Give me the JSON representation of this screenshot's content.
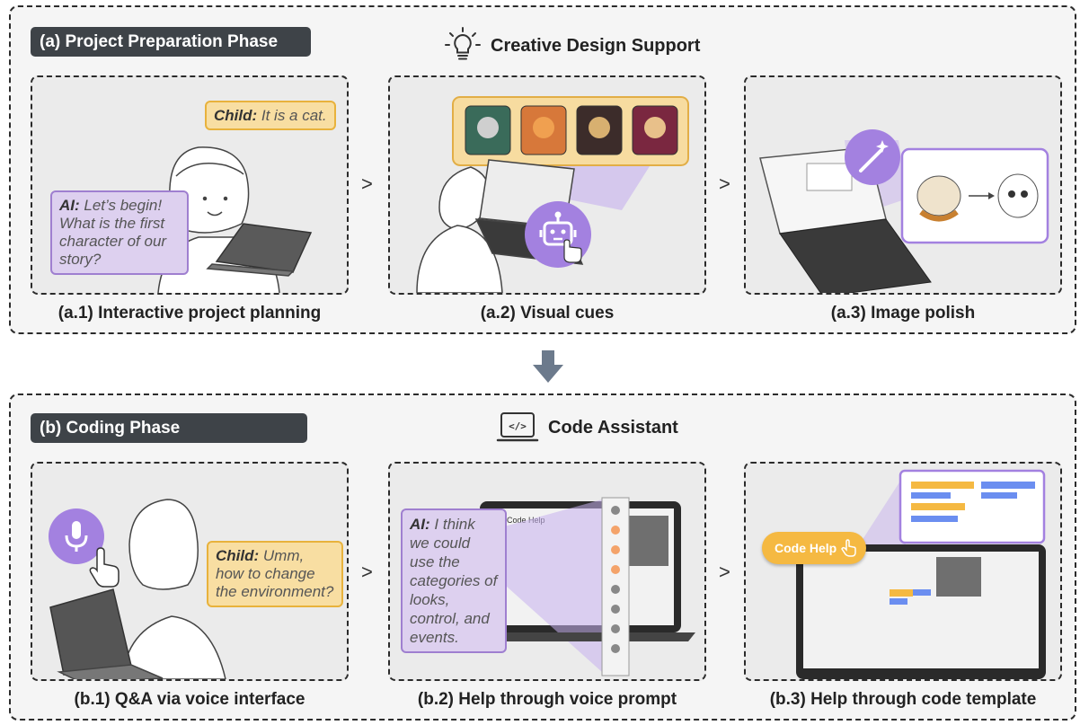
{
  "phase_a": {
    "title": "(a) Project Preparation Phase",
    "support_label": "Creative Design Support",
    "support_icon": "lightbulb-icon",
    "panels": [
      {
        "caption": "(a.1) Interactive project planning",
        "child_label": "Child:",
        "child_text": " It is a cat.",
        "ai_label": "AI:",
        "ai_text": " Let’s begin! What is the first character of our story?"
      },
      {
        "caption": "(a.2) Visual cues",
        "icon": "robot-icon"
      },
      {
        "caption": "(a.3) Image polish",
        "icon": "magic-wand-icon"
      }
    ]
  },
  "phase_b": {
    "title": "(b) Coding Phase",
    "support_label": "Code Assistant",
    "support_icon": "code-laptop-icon",
    "panels": [
      {
        "caption": "(b.1)  Q&A via voice interface",
        "child_label": "Child:",
        "child_text": " Umm, how to change the environment?",
        "icon": "microphone-icon"
      },
      {
        "caption": "(b.2)  Help through voice prompt",
        "ai_label": "AI:",
        "ai_text": " I think we could use the categories of looks, control, and events.",
        "app_label": "Code Help"
      },
      {
        "caption": "(b.3)  Help through code template",
        "button_label": "Code Help"
      }
    ]
  },
  "colors": {
    "purple": "#a381e0",
    "orange": "#f5b942",
    "dark_header": "#3e4348"
  },
  "chevron": ">"
}
